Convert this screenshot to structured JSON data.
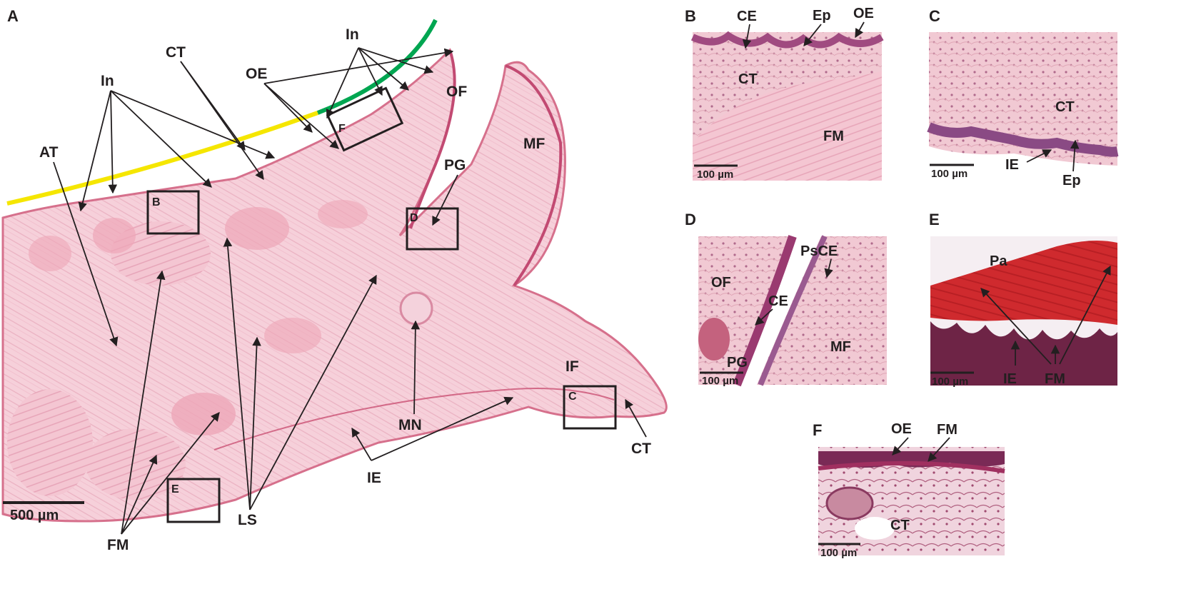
{
  "panels": {
    "A": "A",
    "B": "B",
    "C": "C",
    "D": "D",
    "E": "E",
    "F": "F"
  },
  "panel_a": {
    "labels": {
      "In_top": "In",
      "In_left": "In",
      "CT_top": "CT",
      "OE": "OE",
      "OF": "OF",
      "MF": "MF",
      "PG": "PG",
      "AT": "AT",
      "IF": "IF",
      "MN": "MN",
      "CT_right": "CT",
      "IE": "IE",
      "LS": "LS",
      "FM": "FM"
    },
    "boxes": {
      "B": "B",
      "C": "C",
      "D": "D",
      "E": "E",
      "F": "F"
    },
    "scale": "500 µm",
    "colors": {
      "tissue": "#f2b8c6",
      "muscle": "#e8889c",
      "epithelium": "#c9547a",
      "yellow_line": "#f5e600",
      "green_line": "#00a651"
    }
  },
  "panel_b": {
    "labels": {
      "CE": "CE",
      "Ep": "Ep",
      "OE": "OE",
      "CT": "CT",
      "FM": "FM"
    },
    "scale": "100 µm"
  },
  "panel_c": {
    "labels": {
      "CT": "CT",
      "IE": "IE",
      "Ep": "Ep"
    },
    "scale": "100 µm"
  },
  "panel_d": {
    "labels": {
      "PsCE": "PsCE",
      "OF": "OF",
      "CE": "CE",
      "PG": "PG",
      "MF": "MF"
    },
    "scale": "100 µm"
  },
  "panel_e": {
    "labels": {
      "Pa": "Pa",
      "IE": "IE",
      "FM": "FM"
    },
    "scale": "100 µm",
    "colors": {
      "muscle": "#d42a2a",
      "epithelium": "#7a2a4a"
    }
  },
  "panel_f": {
    "labels": {
      "OE": "OE",
      "FM": "FM",
      "CT": "CT"
    },
    "scale": "100 µm"
  }
}
